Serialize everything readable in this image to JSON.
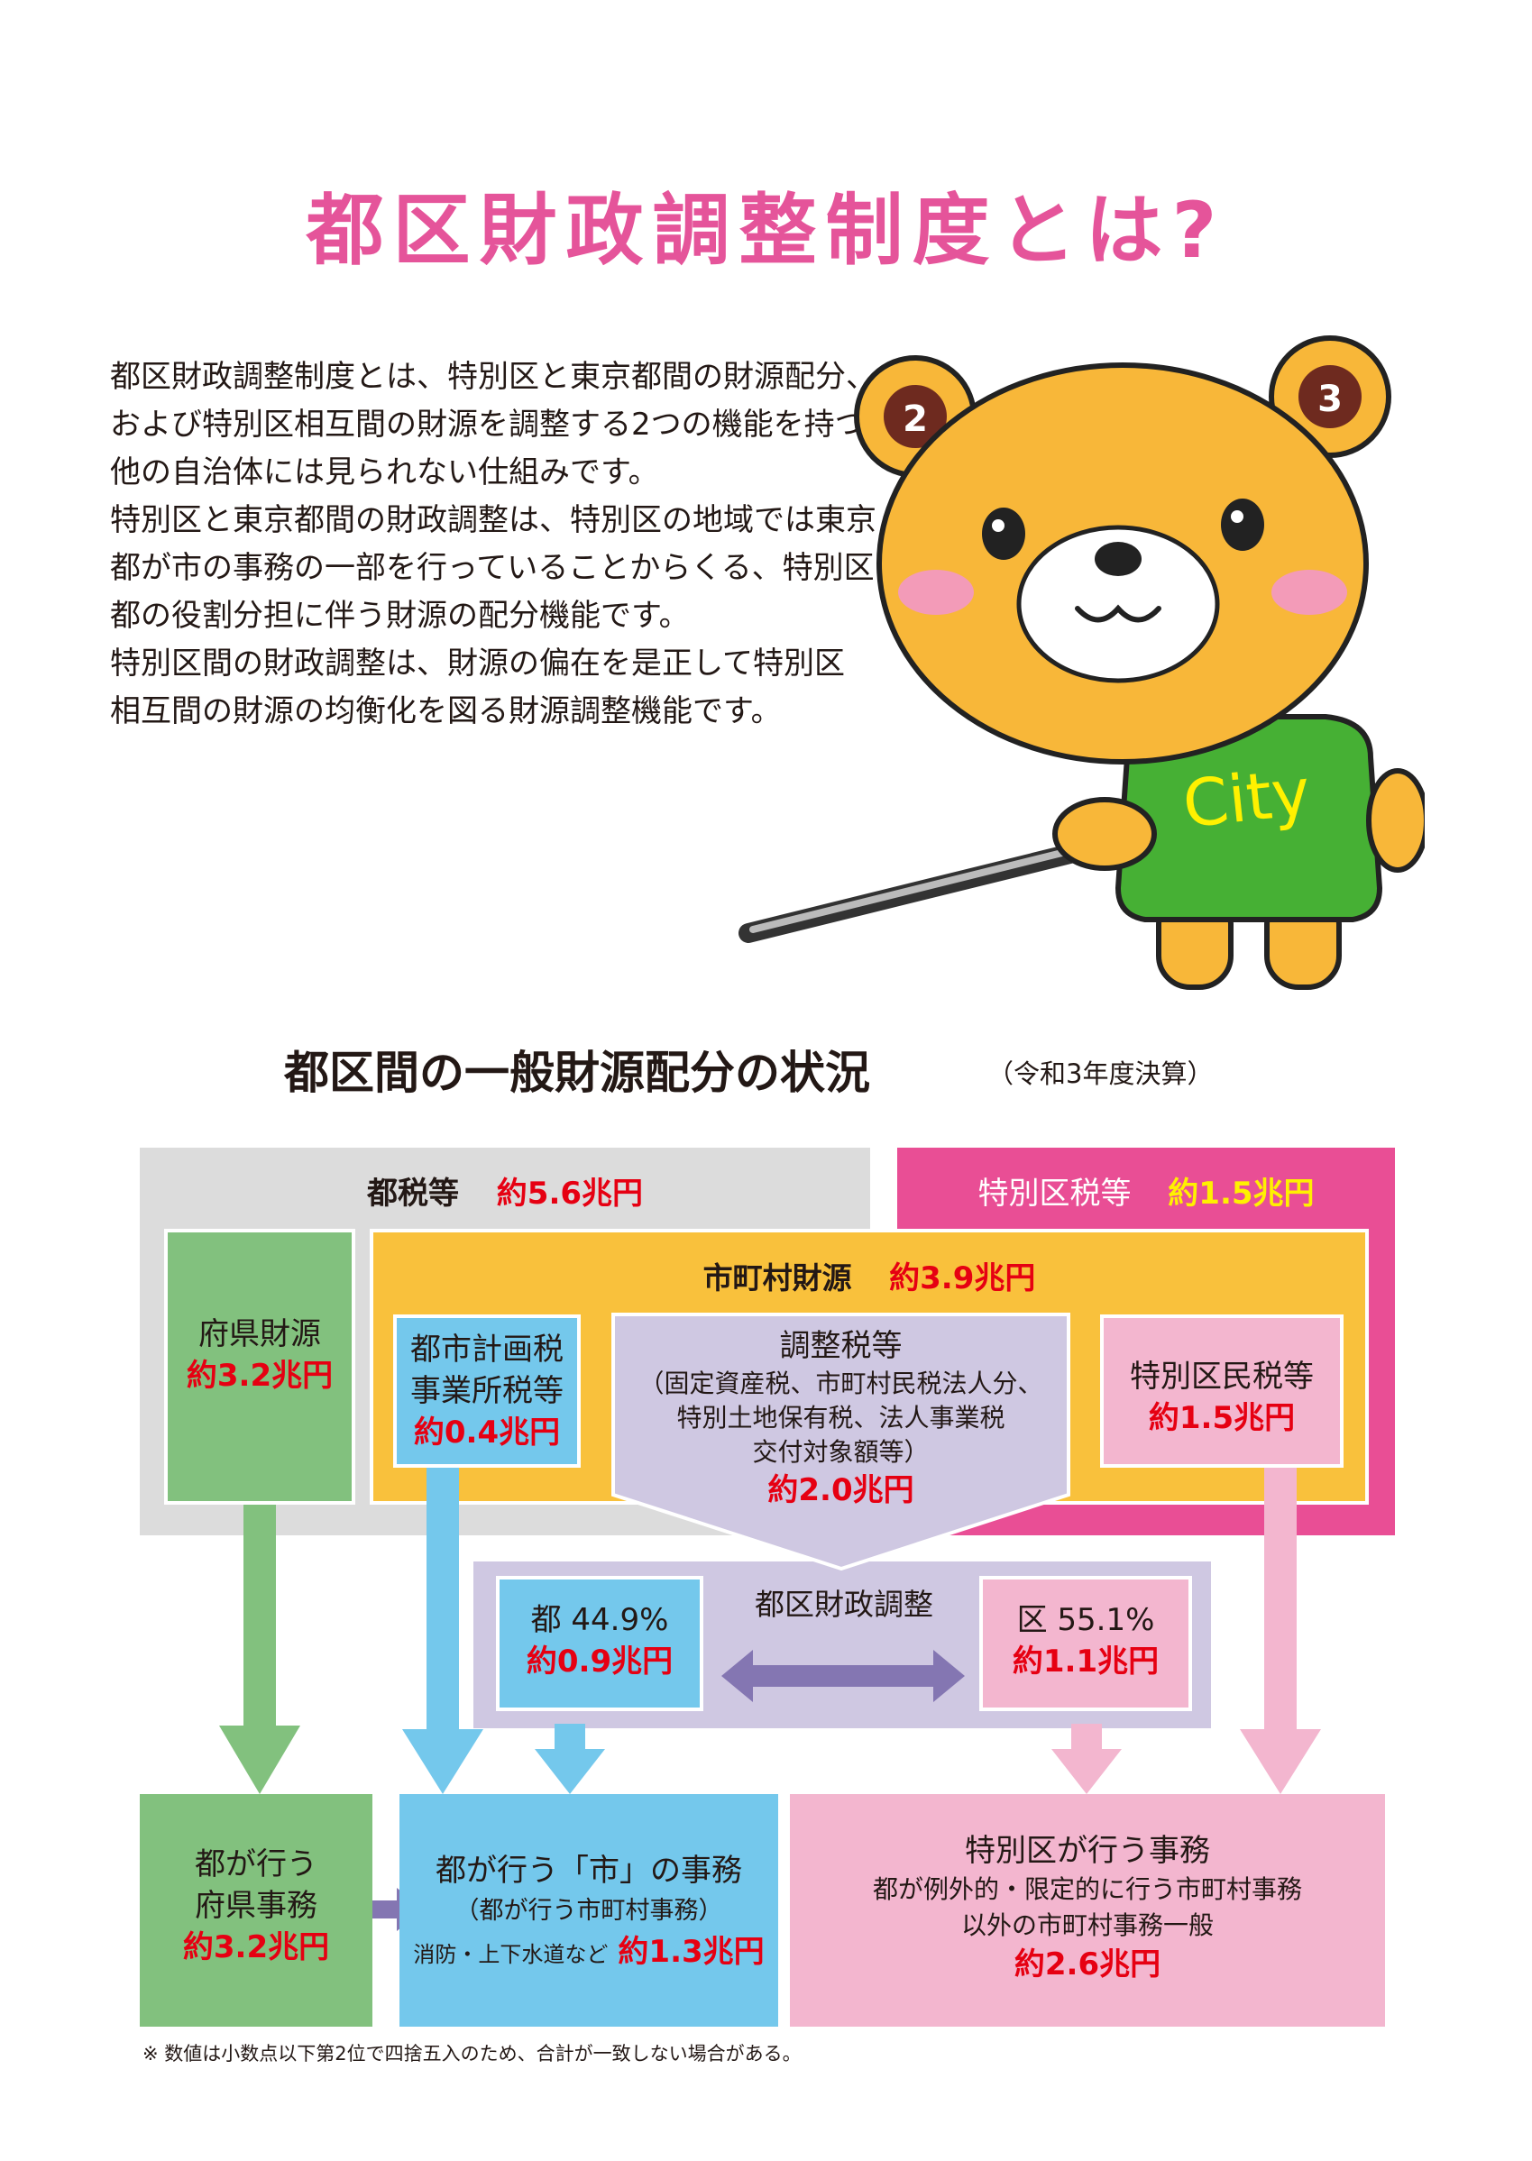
{
  "page": {
    "title": "都区財政調整制度とは?",
    "intro_lines": [
      "都区財政調整制度とは、特別区と東京都間の財源配分、",
      "および特別区相互間の財源を調整する2つの機能を持つ、",
      "他の自治体には見られない仕組みです。",
      "特別区と東京都間の財政調整は、特別区の地域では東京",
      "都が市の事務の一部を行っていることからくる、特別区と",
      "都の役割分担に伴う財源の配分機能です。",
      "特別区間の財政調整は、財源の偏在を是正して特別区",
      "相互間の財源の均衡化を図る財源調整機能です。"
    ],
    "mascot": {
      "shirt_text": "City",
      "ear_left": "2",
      "ear_right": "3"
    },
    "section_title": "都区間の一般財源配分の状況",
    "section_note": "（令和3年度決算）",
    "footnote": "※ 数値は小数点以下第2位で四捨五入のため、合計が一致しない場合がある。"
  },
  "diagram": {
    "to_tax": {
      "label": "都税等",
      "value": "約5.6兆円"
    },
    "ku_tax": {
      "label": "特別区税等",
      "value": "約1.5兆円"
    },
    "fuken": {
      "label": "府県財源",
      "value": "約3.2兆円"
    },
    "shichoson": {
      "label": "市町村財源",
      "value": "約3.9兆円"
    },
    "toshi": {
      "line1": "都市計画税",
      "line2": "事業所税等",
      "value": "約0.4兆円"
    },
    "chosei": {
      "label": "調整税等",
      "detail": [
        "（固定資産税、市町村民税法人分、",
        "特別土地保有税、法人事業税",
        "交付対象額等）"
      ],
      "value": "約2.0兆円"
    },
    "kumin": {
      "label": "特別区民税等",
      "value": "約1.5兆円"
    },
    "adjust_title": "都区財政調整",
    "to_share": {
      "label": "都 44.9%",
      "value": "約0.9兆円"
    },
    "ku_share": {
      "label": "区 55.1%",
      "value": "約1.1兆円"
    },
    "fuken_jimu": {
      "line1": "都が行う",
      "line2": "府県事務",
      "value": "約3.2兆円"
    },
    "shi_jimu": {
      "label": "都が行う「市」の事務",
      "sub": "（都が行う市町村事務）",
      "note": "消防・上下水道など",
      "value": "約1.3兆円"
    },
    "ku_jimu": {
      "label": "特別区が行う事務",
      "sub1": "都が例外的・限定的に行う市町村事務",
      "sub2": "以外の市町村事務一般",
      "value": "約2.6兆円"
    }
  },
  "colors": {
    "title_pink": "#e5549a",
    "gray": "#dcdcdc",
    "pink": "#e94e95",
    "yellow": "#f9c13c",
    "green": "#82c17e",
    "blue": "#74c8ec",
    "lavender": "#cfc8e2",
    "light_pink": "#f3b6cf",
    "value_red": "#e60012"
  }
}
